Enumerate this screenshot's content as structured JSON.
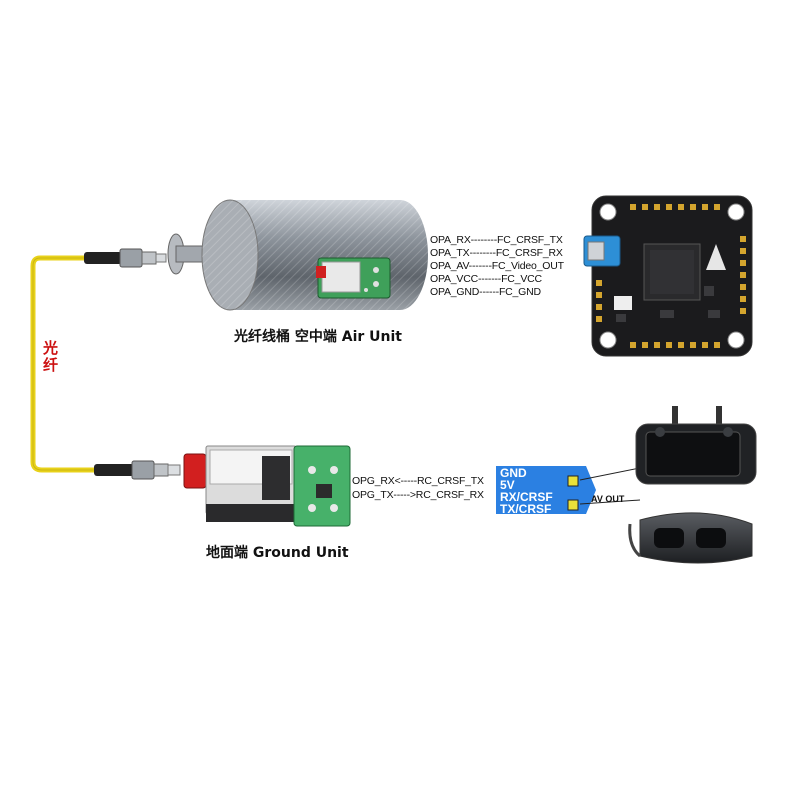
{
  "air_unit": {
    "caption": "光纤线桶 空中端  Air Unit",
    "pins": [
      "OPA_RX--------FC_CRSF_TX",
      "OPA_TX--------FC_CRSF_RX",
      "OPA_AV-------FC_Video_OUT",
      "OPA_VCC-------FC_VCC",
      "OPA_GND------FC_GND"
    ]
  },
  "ground_unit": {
    "caption": "地面端 Ground Unit",
    "pins": [
      "OPG_RX<-----RC_CRSF_TX",
      "OPG_TX----->RC_CRSF_RX"
    ]
  },
  "fiber_label": "光纤",
  "receiver_box": {
    "lines": [
      "GND",
      "5V",
      "RX/CRSF",
      "TX/CRSF"
    ],
    "av_out": "AV OUT",
    "color": "#1976e0"
  },
  "colors": {
    "fiber": "#e8d21a",
    "fiber_label": "#cc1010"
  }
}
